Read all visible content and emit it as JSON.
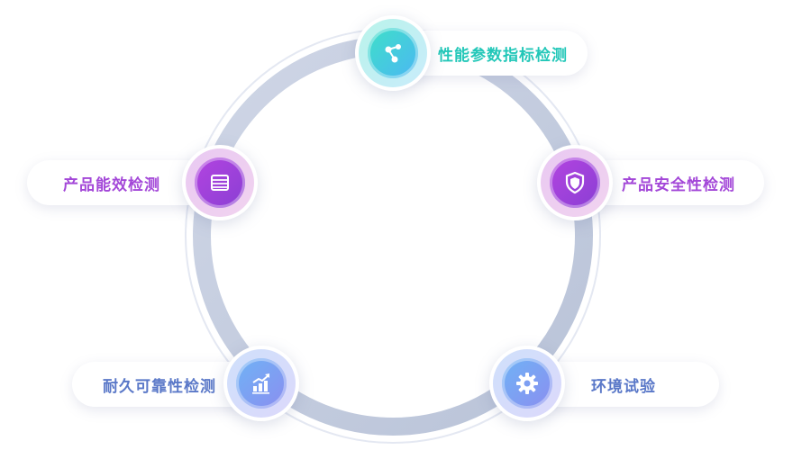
{
  "items": [
    {
      "label": "性能参数指标检测",
      "icon": "share-nodes-icon",
      "color": "#22c7b8"
    },
    {
      "label": "产品安全性检测",
      "icon": "shield-icon",
      "color": "#a347d8"
    },
    {
      "label": "环境试验",
      "icon": "gear-icon",
      "color": "#5a78c8"
    },
    {
      "label": "耐久可靠性检测",
      "icon": "growth-chart-icon",
      "color": "#5a78c8"
    },
    {
      "label": "产品能效检测",
      "icon": "list-icon",
      "color": "#a347d8"
    }
  ]
}
